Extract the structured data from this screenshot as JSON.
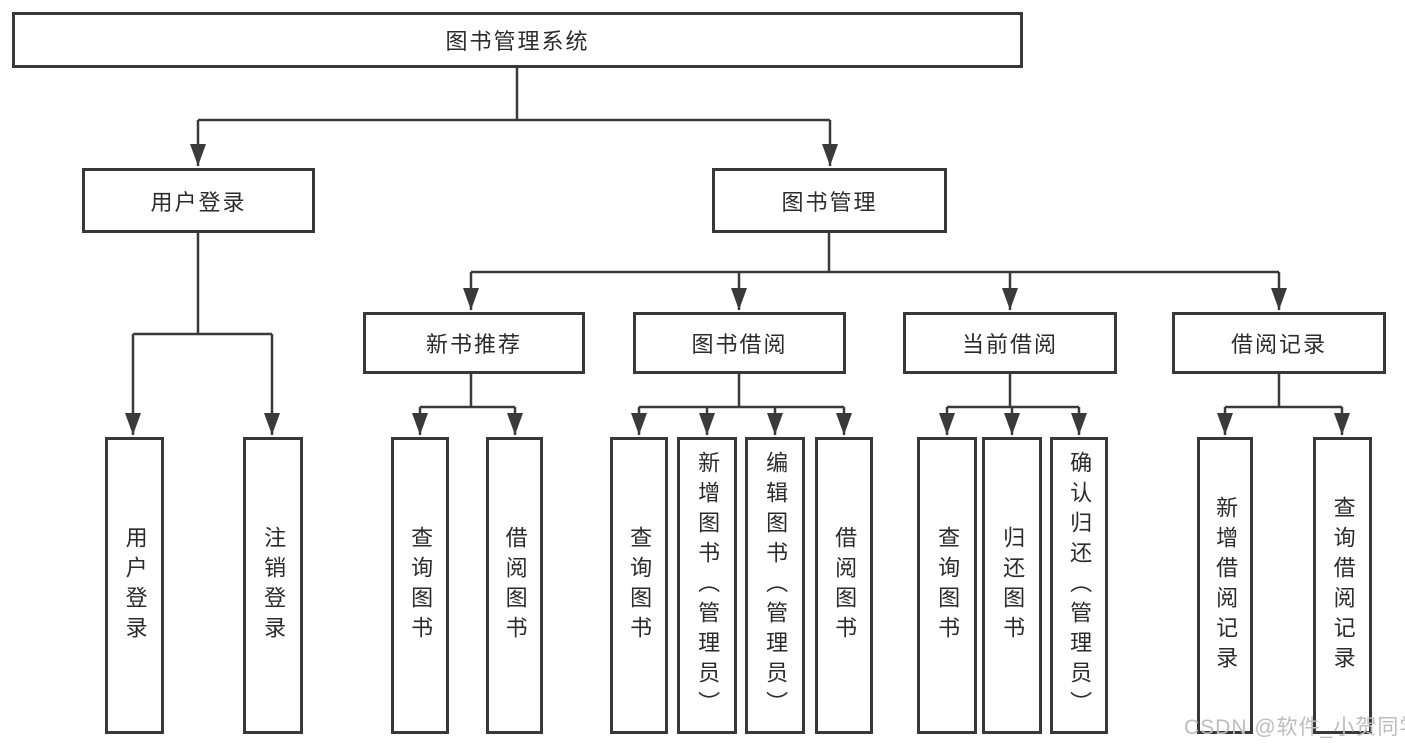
{
  "tree": {
    "label": "图书管理系统",
    "children": [
      {
        "label": "用户登录",
        "children": [
          {
            "label": "用户登录"
          },
          {
            "label": "注销登录"
          }
        ]
      },
      {
        "label": "图书管理",
        "children": [
          {
            "label": "新书推荐",
            "children": [
              {
                "label": "查询图书"
              },
              {
                "label": "借阅图书"
              }
            ]
          },
          {
            "label": "图书借阅",
            "children": [
              {
                "label": "查询图书"
              },
              {
                "label": "新增图书（管理员）"
              },
              {
                "label": "编辑图书（管理员）"
              },
              {
                "label": "借阅图书"
              }
            ]
          },
          {
            "label": "当前借阅",
            "children": [
              {
                "label": "查询图书"
              },
              {
                "label": "归还图书"
              },
              {
                "label": "确认归还（管理员）"
              }
            ]
          },
          {
            "label": "借阅记录",
            "children": [
              {
                "label": "新增借阅记录"
              },
              {
                "label": "查询借阅记录"
              }
            ]
          }
        ]
      }
    ]
  },
  "watermark": {
    "text": "CSDN @软件_小贺同学"
  },
  "colors": {
    "line": "#3a3a3a",
    "box_border": "#383838",
    "text": "#2b2b2b",
    "watermark": "#bdbdbd",
    "background": "#ffffff"
  }
}
